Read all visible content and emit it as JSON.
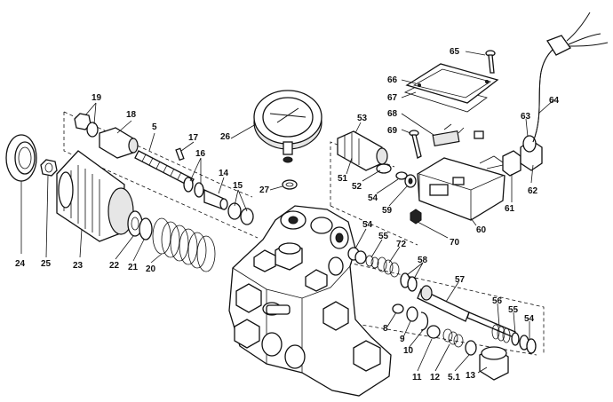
{
  "diagram": {
    "labels": [
      {
        "id": "p19",
        "text": "19"
      },
      {
        "id": "p18",
        "text": "18"
      },
      {
        "id": "p5",
        "text": "5"
      },
      {
        "id": "p17",
        "text": "17"
      },
      {
        "id": "p16",
        "text": "16"
      },
      {
        "id": "p14",
        "text": "14"
      },
      {
        "id": "p15",
        "text": "15"
      },
      {
        "id": "p26",
        "text": "26"
      },
      {
        "id": "p27",
        "text": "27"
      },
      {
        "id": "p53",
        "text": "53"
      },
      {
        "id": "p51",
        "text": "51"
      },
      {
        "id": "p52",
        "text": "52"
      },
      {
        "id": "p54a",
        "text": "54"
      },
      {
        "id": "p59",
        "text": "59"
      },
      {
        "id": "p69",
        "text": "69"
      },
      {
        "id": "p68",
        "text": "68"
      },
      {
        "id": "p67",
        "text": "67"
      },
      {
        "id": "p66",
        "text": "66"
      },
      {
        "id": "p65",
        "text": "65"
      },
      {
        "id": "p64",
        "text": "64"
      },
      {
        "id": "p63",
        "text": "63"
      },
      {
        "id": "p62",
        "text": "62"
      },
      {
        "id": "p61",
        "text": "61"
      },
      {
        "id": "p60",
        "text": "60"
      },
      {
        "id": "p70",
        "text": "70"
      },
      {
        "id": "p24",
        "text": "24"
      },
      {
        "id": "p25",
        "text": "25"
      },
      {
        "id": "p23",
        "text": "23"
      },
      {
        "id": "p22",
        "text": "22"
      },
      {
        "id": "p21",
        "text": "21"
      },
      {
        "id": "p20",
        "text": "20"
      },
      {
        "id": "p54b",
        "text": "54"
      },
      {
        "id": "p55a",
        "text": "55"
      },
      {
        "id": "p72",
        "text": "72"
      },
      {
        "id": "p58",
        "text": "58"
      },
      {
        "id": "p57",
        "text": "57"
      },
      {
        "id": "p56",
        "text": "56"
      },
      {
        "id": "p55b",
        "text": "55"
      },
      {
        "id": "p54c",
        "text": "54"
      },
      {
        "id": "p8",
        "text": "8"
      },
      {
        "id": "p9",
        "text": "9"
      },
      {
        "id": "p10",
        "text": "10"
      },
      {
        "id": "p11",
        "text": "11"
      },
      {
        "id": "p12",
        "text": "12"
      },
      {
        "id": "p51b",
        "text": "5.1"
      },
      {
        "id": "p13",
        "text": "13"
      }
    ]
  }
}
